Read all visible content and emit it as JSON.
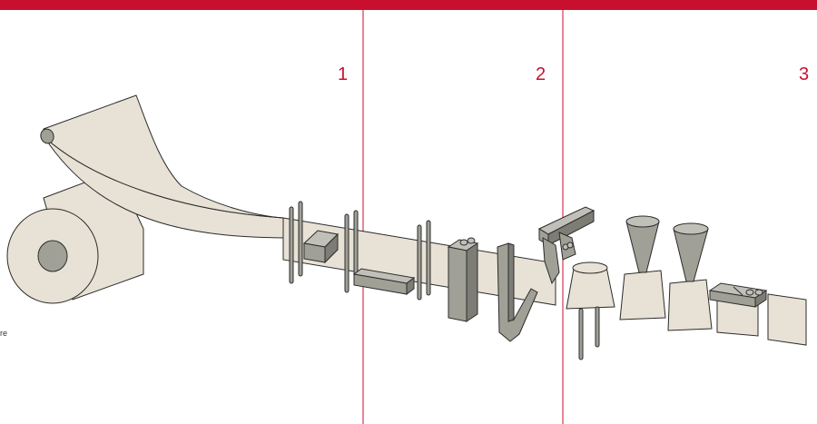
{
  "colors": {
    "accent": "#c8102e",
    "material": "#e8e2d6",
    "machine": "#a0a097",
    "outline": "#2b2b2b"
  },
  "steps": [
    {
      "number": "1"
    },
    {
      "number": "2"
    },
    {
      "number": "3"
    }
  ],
  "cropped_text": "re"
}
